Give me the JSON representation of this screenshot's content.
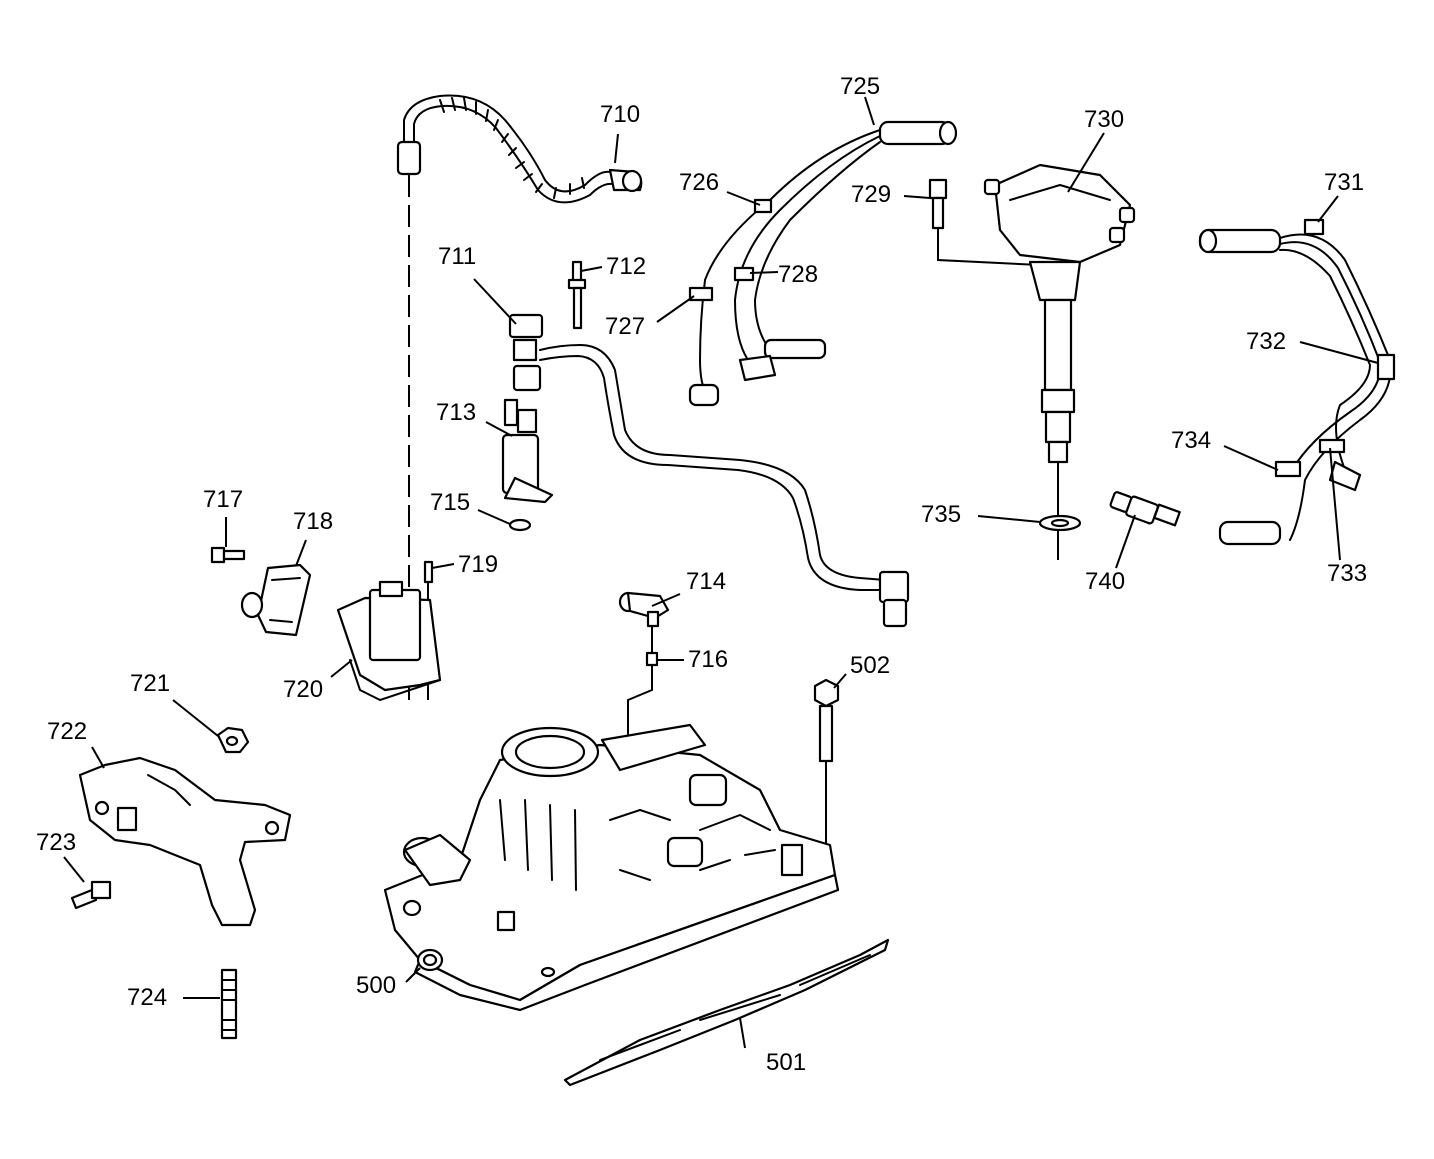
{
  "diagram": {
    "labels": {
      "l500": "500",
      "l501": "501",
      "l502": "502",
      "l710": "710",
      "l711": "711",
      "l712": "712",
      "l713": "713",
      "l714": "714",
      "l715": "715",
      "l716": "716",
      "l717": "717",
      "l718": "718",
      "l719": "719",
      "l720": "720",
      "l721": "721",
      "l722": "722",
      "l723": "723",
      "l724": "724",
      "l725": "725",
      "l726": "726",
      "l727": "727",
      "l728": "728",
      "l729": "729",
      "l730": "730",
      "l731": "731",
      "l732": "732",
      "l733": "733",
      "l734": "734",
      "l735": "735",
      "l740": "740"
    }
  }
}
